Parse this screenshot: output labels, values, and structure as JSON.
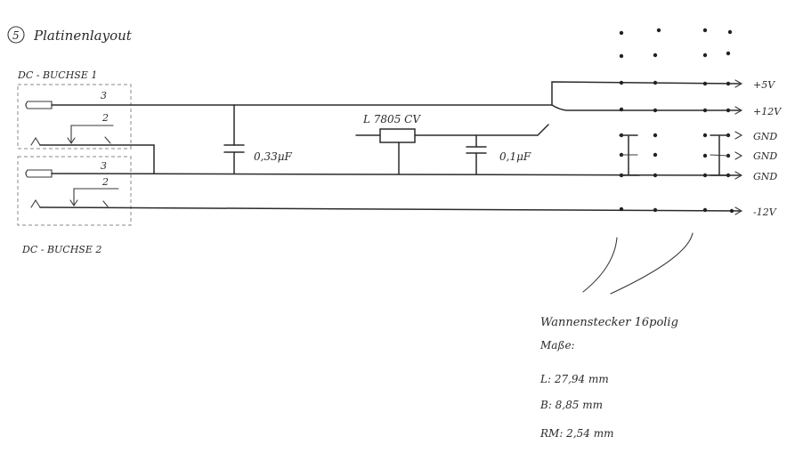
{
  "title": {
    "number": "5",
    "text": "Platinenlayout"
  },
  "jack1": {
    "label": "DC - BUCHSE 1",
    "pin_tip": "3",
    "pin_switch": "2"
  },
  "jack2": {
    "label": "DC - BUCHSE 2",
    "pin_tip": "3",
    "pin_switch": "2"
  },
  "regulator": {
    "label": "L 7805 CV"
  },
  "cap_input": {
    "label": "0,33μF"
  },
  "cap_output": {
    "label": "0,1μF"
  },
  "rails": [
    {
      "label": "+5V"
    },
    {
      "label": "+12V"
    },
    {
      "label": "GND"
    },
    {
      "label": "GND"
    },
    {
      "label": "GND"
    },
    {
      "label": "-12V"
    }
  ],
  "connector": {
    "name": "Wannenstecker 16polig",
    "dims_title": "Maße:",
    "length": "L: 27,94 mm",
    "width": "B: 8,85 mm",
    "pitch": "RM: 2,54 mm"
  }
}
